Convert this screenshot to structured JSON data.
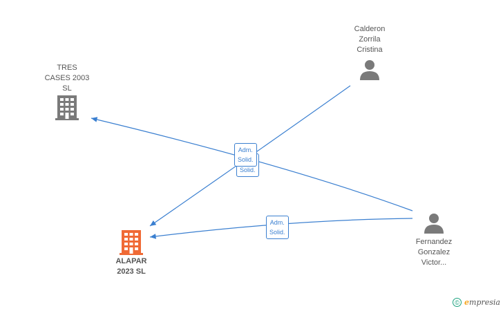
{
  "colors": {
    "edge": "#3a7fd0",
    "company_grey": "#7a7a7a",
    "company_main": "#f06a35",
    "person": "#7a7a7a",
    "brand": "#1aa17e"
  },
  "nodes": {
    "tres_cases": {
      "label": "TRES\nCASES 2003\nSL",
      "icon": "building-icon"
    },
    "alapar": {
      "label": "ALAPAR\n2023  SL",
      "icon": "building-icon"
    },
    "calderon": {
      "label": "Calderon\nZorrila\nCristina",
      "icon": "person-icon"
    },
    "fernandez": {
      "label": "Fernandez\nGonzalez\nVictor...",
      "icon": "person-icon"
    }
  },
  "edges": [
    {
      "tag": "Adm.\nSolid."
    },
    {
      "tag": "Adm.\nSolid."
    },
    {
      "tag": "Adm.\nSolid."
    }
  ],
  "footer": {
    "copyright_symbol": "©",
    "brand_initial": "e",
    "brand_rest": "mpresia"
  }
}
